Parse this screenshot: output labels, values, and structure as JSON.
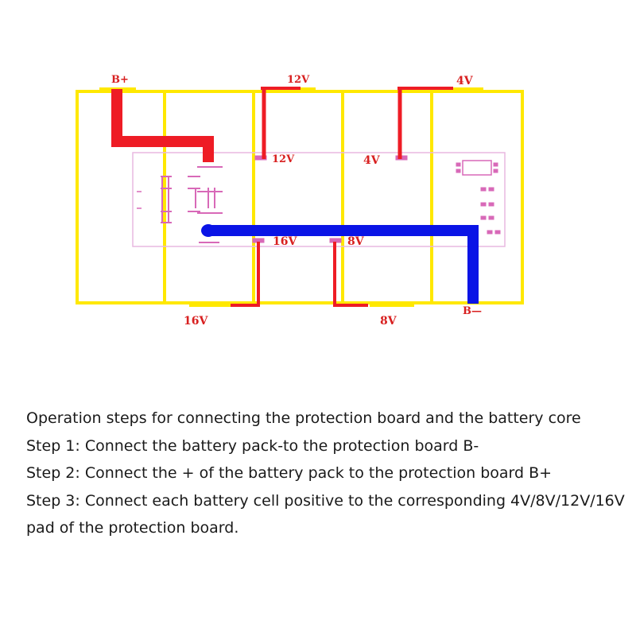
{
  "diagram": {
    "colors": {
      "cell_outline": "#ffe800",
      "positive_wire": "#ee1c25",
      "negative_wire": "#0a14e6",
      "board_outline": "#e8b8e0",
      "pad": "#d869b8"
    },
    "labels": {
      "b_plus": "B+",
      "b_minus": "B—",
      "top_12v": "12V",
      "top_4v": "4V",
      "bottom_16v": "16V",
      "bottom_8v": "8V",
      "board_12v": "12V",
      "board_4v": "4V",
      "board_16v": "16V",
      "board_8v": "8V"
    }
  },
  "instructions": {
    "title": "Operation steps for connecting the protection board and the battery core",
    "step1": "Step 1: Connect the battery pack-to the protection board B-",
    "step2": "Step 2: Connect the + of the battery pack to the protection board B+",
    "step3": "Step 3: Connect each battery cell positive to the corresponding 4V/8V/12V/16V",
    "step3_cont": "pad of the protection board."
  }
}
